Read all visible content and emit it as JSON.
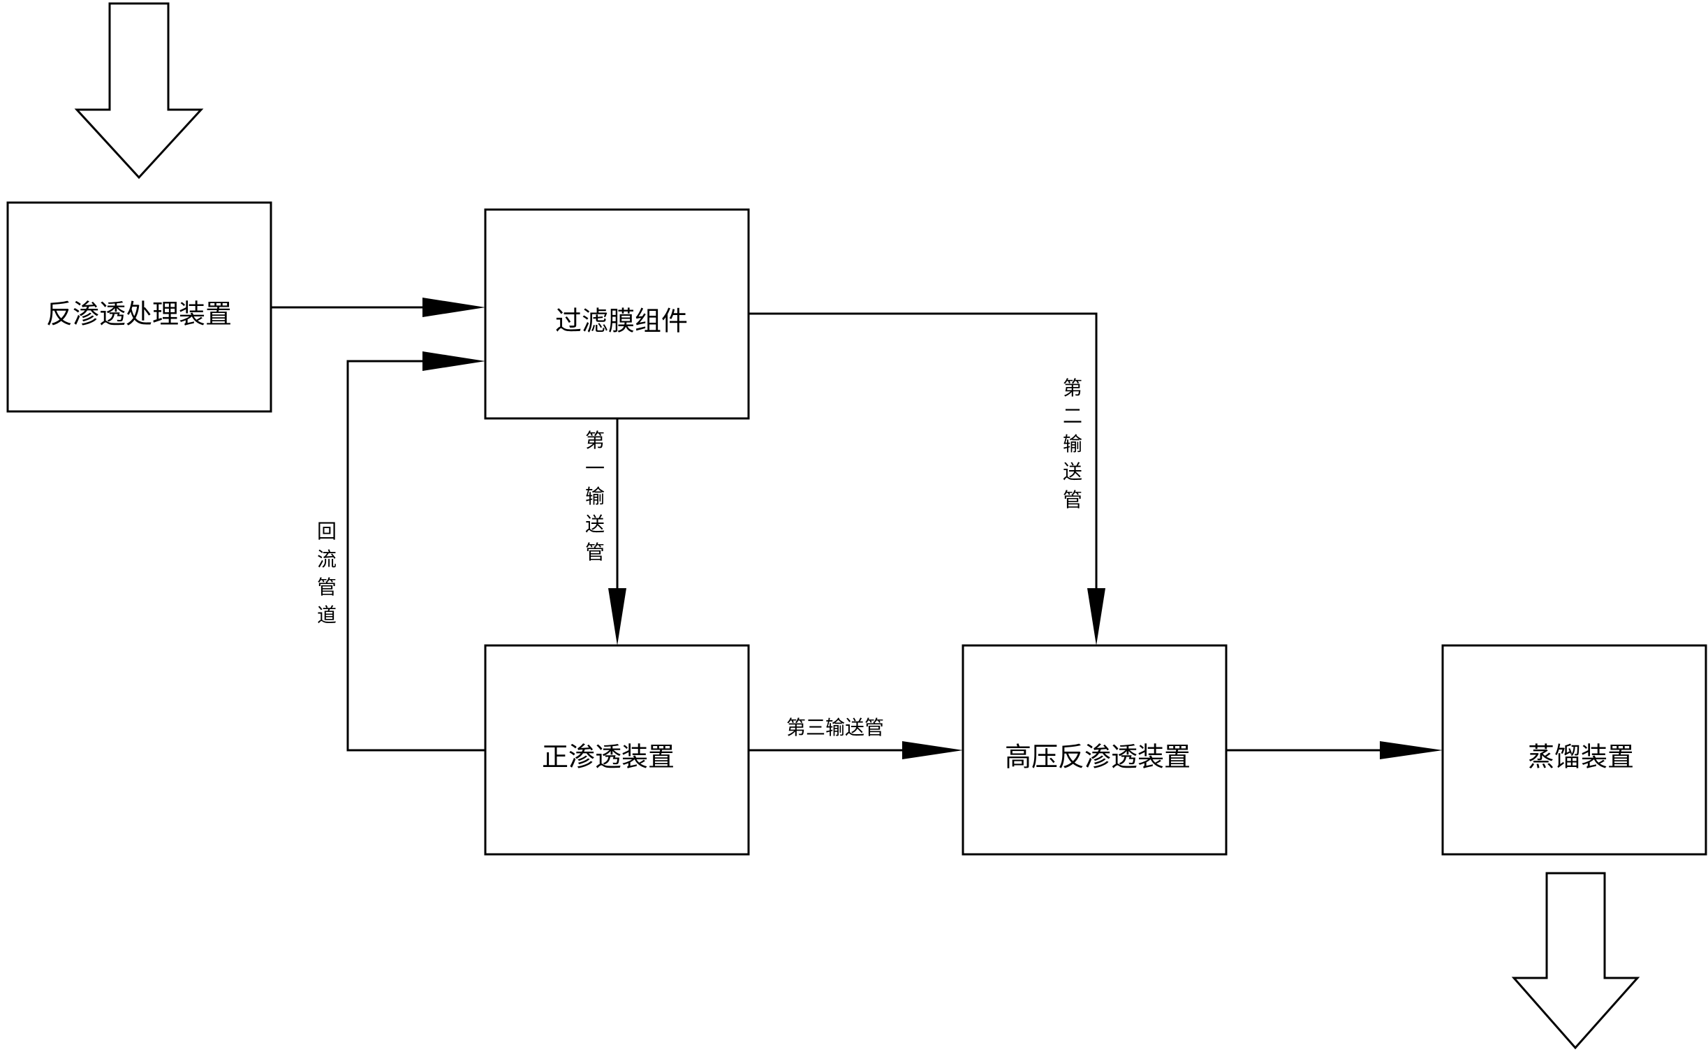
{
  "devices": {
    "ro_pretreatment": "反渗透处理装置",
    "filter_membrane": "过滤膜组件",
    "forward_osmosis": "正渗透装置",
    "high_pressure_ro": "高压反渗透装置",
    "distillation": "蒸馏装置"
  },
  "pipes": {
    "first_delivery": "第一输送管",
    "second_delivery": "第二输送管",
    "third_delivery": "第三输送管",
    "return_pipe": "回流管道"
  }
}
